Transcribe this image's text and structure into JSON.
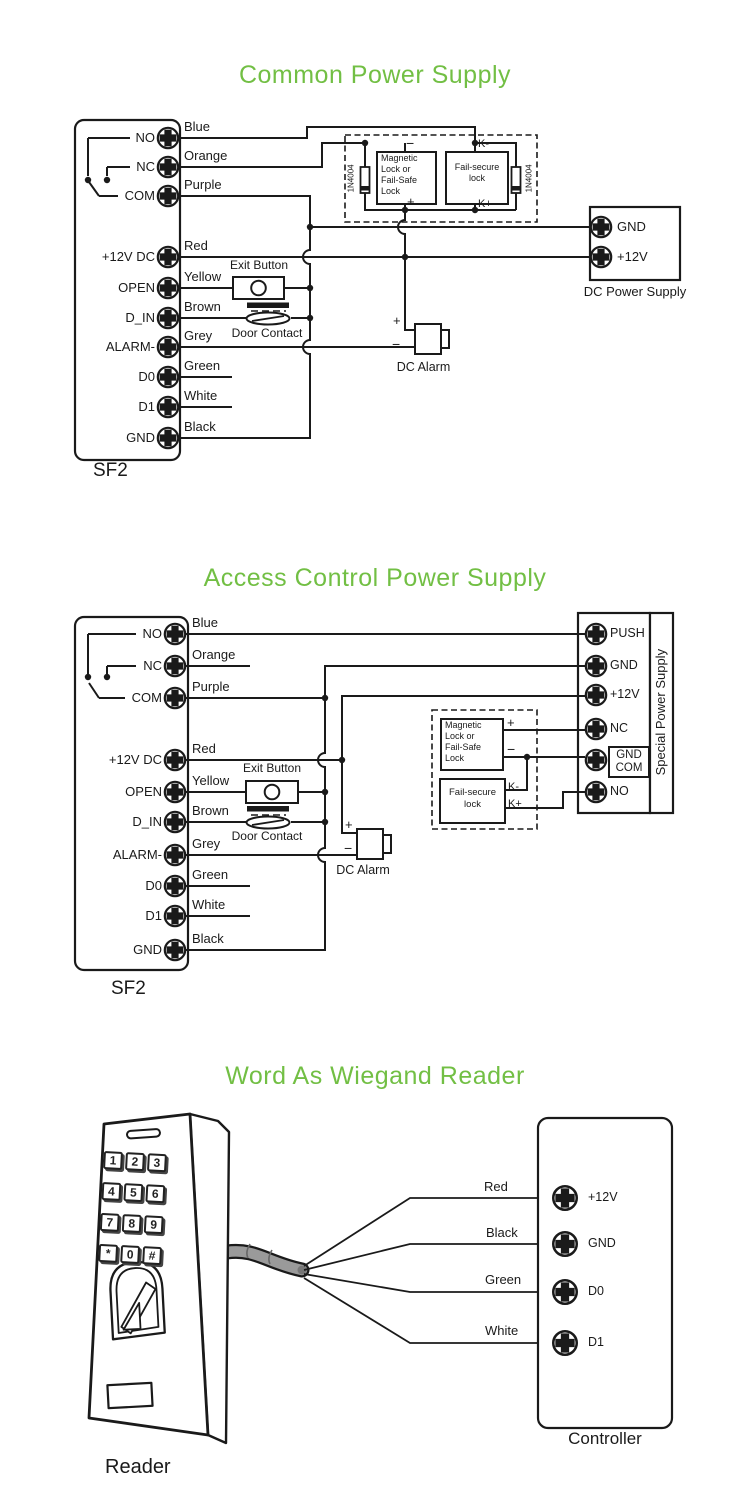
{
  "page": {
    "bg": "#ffffff",
    "ink": "#1a1a1a",
    "accent_green": "#72bf44"
  },
  "s1": {
    "title": "Common Power Supply",
    "device_label": "SF2",
    "terminals": [
      "NO",
      "NC",
      "COM",
      "+12V DC",
      "OPEN",
      "D_IN",
      "ALARM-",
      "D0",
      "D1",
      "GND"
    ],
    "wire_colors": [
      "Blue",
      "Orange",
      "Purple",
      "Red",
      "Yellow",
      "Brown",
      "Grey",
      "Green",
      "White",
      "Black"
    ],
    "exit_button": "Exit Button",
    "door_contact": "Door Contact",
    "dc_alarm": "DC Alarm",
    "diode": "1N4004",
    "mag_lock_lines": [
      "Magnetic",
      "Lock or",
      "Fail-Safe",
      "Lock"
    ],
    "fail_lock_lines": [
      "Fail-secure",
      "lock"
    ],
    "marks": {
      "mag_minus": "−",
      "mag_plus": "+",
      "k_minus": "K-",
      "k_plus": "K+",
      "alarm_plus": "+",
      "alarm_minus": "−"
    },
    "psu": {
      "label": "DC Power Supply",
      "gnd": "GND",
      "v12": "+12V"
    }
  },
  "s2": {
    "title": "Access Control Power Supply",
    "device_label": "SF2",
    "terminals": [
      "NO",
      "NC",
      "COM",
      "+12V DC",
      "OPEN",
      "D_IN",
      "ALARM-",
      "D0",
      "D1",
      "GND"
    ],
    "wire_colors": [
      "Blue",
      "Orange",
      "Purple",
      "Red",
      "Yellow",
      "Brown",
      "Grey",
      "Green",
      "White",
      "Black"
    ],
    "exit_button": "Exit Button",
    "door_contact": "Door Contact",
    "dc_alarm": "DC Alarm",
    "mag_lock_lines": [
      "Magnetic",
      "Lock or",
      "Fail-Safe",
      "Lock"
    ],
    "fail_lock_lines": [
      "Fail-secure",
      "lock"
    ],
    "marks": {
      "mag_plus": "+",
      "mag_minus": "−",
      "k_minus": "K-",
      "k_plus": "K+",
      "alarm_plus": "+",
      "alarm_minus": "−"
    },
    "sps": {
      "label": "Special Power Supply",
      "push": "PUSH",
      "gnd": "GND",
      "v12": "+12V",
      "nc": "NC",
      "no": "NO",
      "gnd_com": [
        "GND",
        "COM"
      ]
    }
  },
  "s3": {
    "title": "Word As Wiegand Reader",
    "reader_label": "Reader",
    "controller_label": "Controller",
    "keys": [
      "1",
      "2",
      "3",
      "4",
      "5",
      "6",
      "7",
      "8",
      "9",
      "*",
      "0",
      "#"
    ],
    "wires": [
      {
        "color": "Red",
        "terminal": "+12V"
      },
      {
        "color": "Black",
        "terminal": "GND"
      },
      {
        "color": "Green",
        "terminal": "D0"
      },
      {
        "color": "White",
        "terminal": "D1"
      }
    ]
  }
}
